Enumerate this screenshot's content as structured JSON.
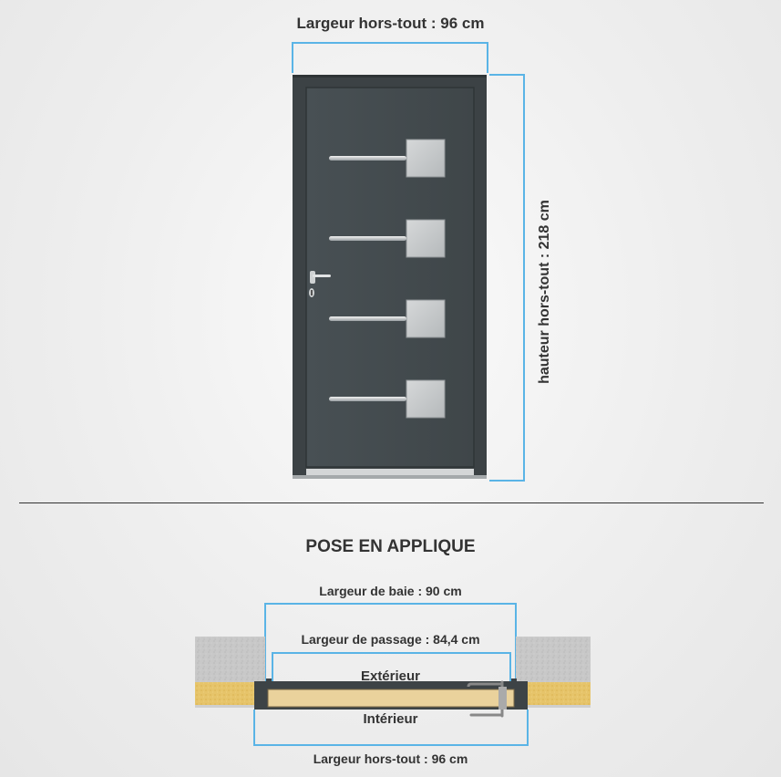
{
  "top_width_label": "Largeur hors-tout : 96 cm",
  "height_label": "hauteur hors-tout : 218 cm",
  "section_title": "POSE EN APPLIQUE",
  "plan": {
    "baie_label": "Largeur de baie : 90 cm",
    "passage_label": "Largeur de passage : 84,4 cm",
    "exterior_label": "Extérieur",
    "interior_label": "Intérieur",
    "hors_tout_label": "Largeur hors-tout : 96 cm"
  },
  "colors": {
    "door": "#4a5053",
    "frame": "#3c4245",
    "dimension_line": "#5ab4e6",
    "glass": "#c9cccd",
    "wood": "#e9cf97",
    "insulation": "#e8c15a",
    "concrete": "#c4c4c4"
  }
}
